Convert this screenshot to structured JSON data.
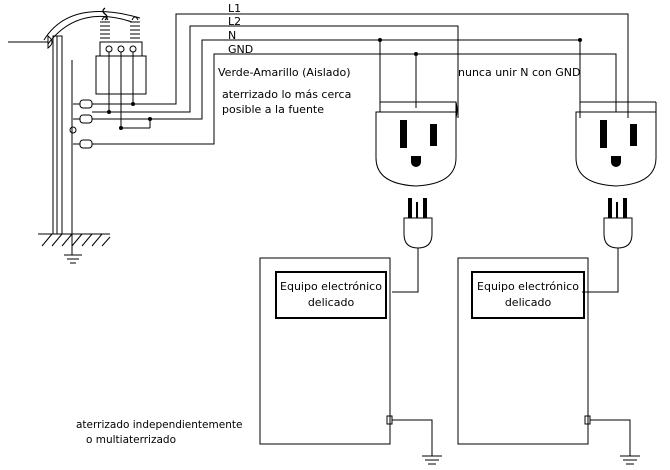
{
  "wires": {
    "l1": "L1",
    "l2": "L2",
    "n": "N",
    "gnd": "GND"
  },
  "notes": {
    "green_yellow": "Verde-Amarillo (Aislado)",
    "grounded_close_line1": "aterrizado lo más cerca",
    "grounded_close_line2": "posible a la fuente",
    "never_join": "nunca unir N con GND",
    "independent_line1": "aterrizado independientemente",
    "independent_line2": "o multiaterrizado"
  },
  "equipment": [
    {
      "line1": "Equipo electrónico",
      "line2": "delicado"
    },
    {
      "line1": "Equipo electrónico",
      "line2": "delicado"
    }
  ]
}
